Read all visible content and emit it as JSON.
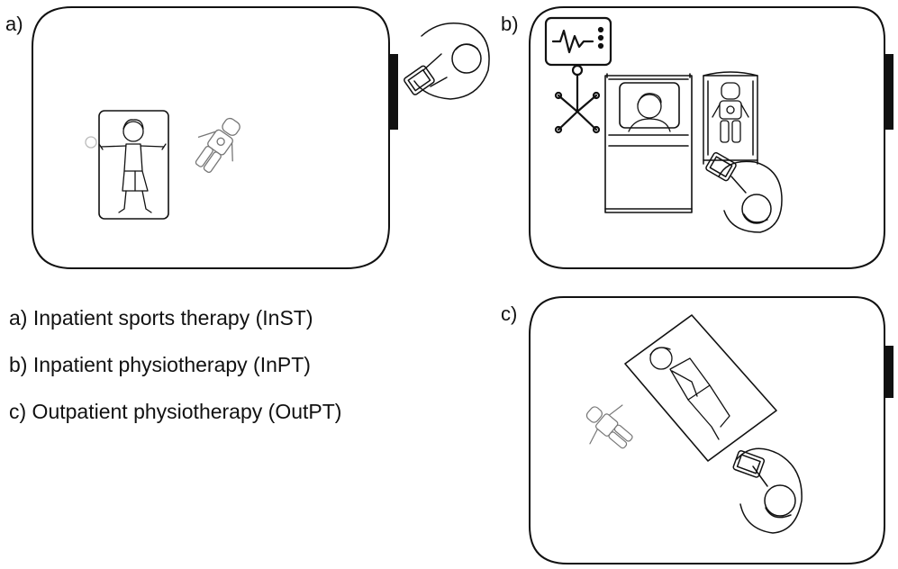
{
  "panels": {
    "a": {
      "label": "a)"
    },
    "b": {
      "label": "b)"
    },
    "c": {
      "label": "c)"
    }
  },
  "legend": [
    "a)  Inpatient sports therapy (InST)",
    "b)  Inpatient physiotherapy (InPT)",
    "c)  Outpatient physiotherapy (OutPT)"
  ]
}
